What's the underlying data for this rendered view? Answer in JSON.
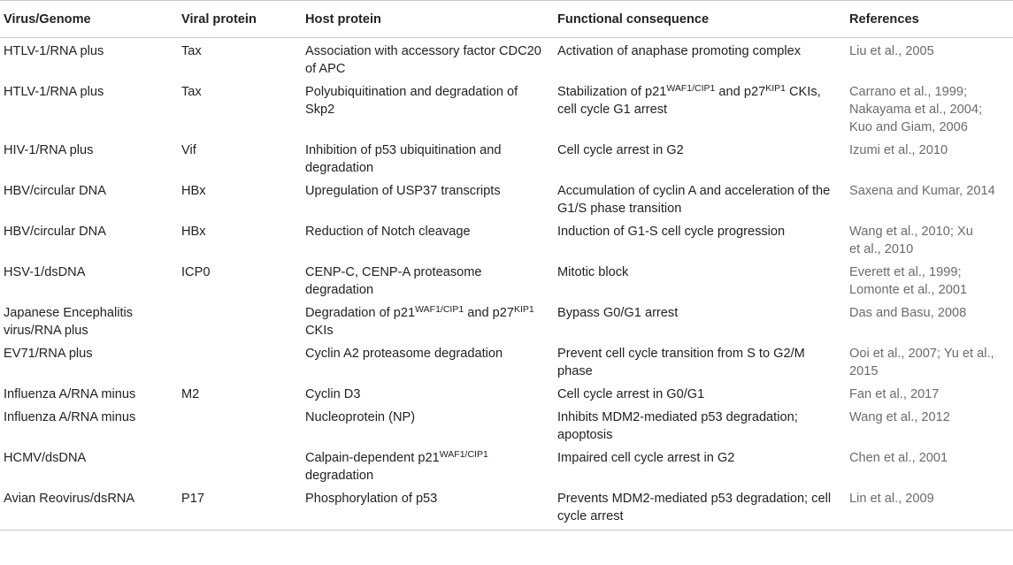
{
  "headers": [
    "Virus/Genome",
    "Viral protein",
    "Host protein",
    "Functional consequence",
    "References"
  ],
  "rows": [
    {
      "virus": "HTLV-1/RNA plus",
      "viral": "Tax",
      "host": [
        {
          "t": "Association with accessory factor CDC20 of APC"
        }
      ],
      "func": [
        {
          "t": "Activation of anaphase promoting complex"
        }
      ],
      "refs": [
        "Liu et al., 2005"
      ]
    },
    {
      "virus": "HTLV-1/RNA plus",
      "viral": "Tax",
      "host": [
        {
          "t": "Polyubiquitination and degradation of Skp2"
        }
      ],
      "func": [
        {
          "t": "Stabilization of p21"
        },
        {
          "t": "WAF1/CIP1",
          "sup": true
        },
        {
          "t": " and p27"
        },
        {
          "t": "KIP1",
          "sup": true
        },
        {
          "t": " CKIs, cell cycle G1 arrest"
        }
      ],
      "refs": [
        "Carrano et al., 1999;",
        "Nakayama et al., 2004;",
        "Kuo and Giam, 2006"
      ]
    },
    {
      "virus": "HIV-1/RNA plus",
      "viral": "Vif",
      "host": [
        {
          "t": "Inhibition of p53 ubiquitination and degradation"
        }
      ],
      "func": [
        {
          "t": "Cell cycle arrest in G2"
        }
      ],
      "refs": [
        "Izumi et al., 2010"
      ]
    },
    {
      "virus": "HBV/circular DNA",
      "viral": "HBx",
      "host": [
        {
          "t": "Upregulation of USP37 transcripts"
        }
      ],
      "func": [
        {
          "t": "Accumulation of cyclin A and acceleration of the G1/S phase transition"
        }
      ],
      "refs": [
        "Saxena and Kumar, 2014"
      ]
    },
    {
      "virus": "HBV/circular DNA",
      "viral": "HBx",
      "host": [
        {
          "t": "Reduction of Notch cleavage"
        }
      ],
      "func": [
        {
          "t": "Induction of G1-S cell cycle progression"
        }
      ],
      "refs": [
        "Wang et al., 2010; Xu",
        "et al., 2010"
      ]
    },
    {
      "virus": "HSV-1/dsDNA",
      "viral": "ICP0",
      "host": [
        {
          "t": "CENP-C, CENP-A proteasome degradation"
        }
      ],
      "func": [
        {
          "t": "Mitotic block"
        }
      ],
      "refs": [
        "Everett et al., 1999;",
        "Lomonte et al., 2001"
      ]
    },
    {
      "virus": "Japanese Encephalitis virus/RNA plus",
      "viral": "",
      "host": [
        {
          "t": "Degradation of p21"
        },
        {
          "t": "WAF1/CIP1",
          "sup": true
        },
        {
          "t": " and p27"
        },
        {
          "t": "KIP1",
          "sup": true
        },
        {
          "t": " CKIs"
        }
      ],
      "func": [
        {
          "t": "Bypass G0/G1 arrest"
        }
      ],
      "refs": [
        "Das and Basu, 2008"
      ]
    },
    {
      "virus": "EV71/RNA plus",
      "viral": "",
      "host": [
        {
          "t": "Cyclin A2 proteasome degradation"
        }
      ],
      "func": [
        {
          "t": "Prevent cell cycle transition from S to G2/M phase"
        }
      ],
      "refs": [
        "Ooi et al., 2007; Yu et al.,",
        "2015"
      ]
    },
    {
      "virus": "Influenza A/RNA minus",
      "viral": "M2",
      "host": [
        {
          "t": "Cyclin D3"
        }
      ],
      "func": [
        {
          "t": "Cell cycle arrest in G0/G1"
        }
      ],
      "refs": [
        "Fan et al., 2017"
      ]
    },
    {
      "virus": "Influenza A/RNA minus",
      "viral": "",
      "host": [
        {
          "t": "Nucleoprotein (NP)"
        }
      ],
      "func": [
        {
          "t": "Inhibits MDM2-mediated p53 degradation; apoptosis"
        }
      ],
      "refs": [
        "Wang et al., 2012"
      ]
    },
    {
      "virus": "HCMV/dsDNA",
      "viral": "",
      "host": [
        {
          "t": "Calpain-dependent p21"
        },
        {
          "t": "WAF1/CIP1",
          "sup": true
        },
        {
          "t": " degradation"
        }
      ],
      "func": [
        {
          "t": "Impaired cell cycle arrest in G2"
        }
      ],
      "refs": [
        "Chen et al., 2001"
      ]
    },
    {
      "virus": "Avian Reovirus/dsRNA",
      "viral": "P17",
      "host": [
        {
          "t": "Phosphorylation of p53"
        }
      ],
      "func": [
        {
          "t": "Prevents MDM2-mediated p53 degradation; cell cycle arrest"
        }
      ],
      "refs": [
        "Lin et al., 2009"
      ]
    }
  ]
}
